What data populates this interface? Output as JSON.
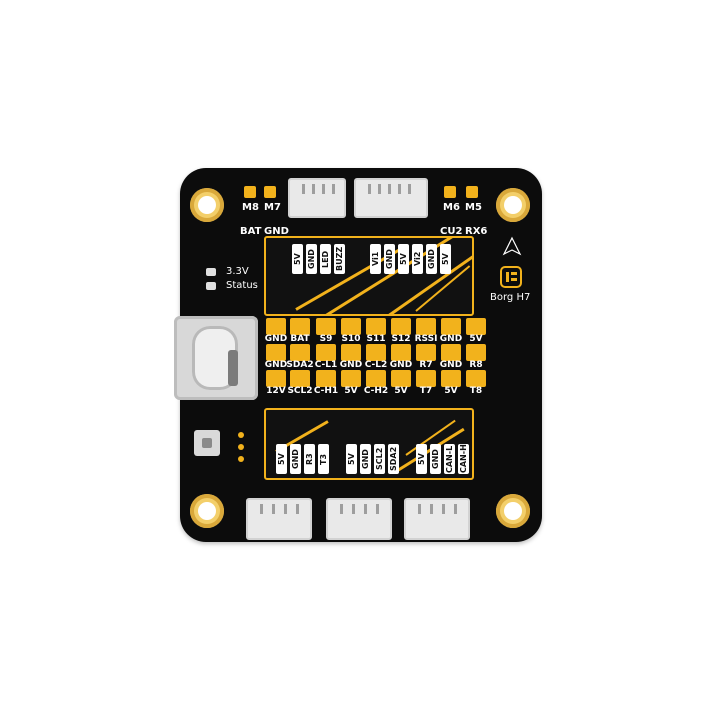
{
  "board_name": "Borg H7",
  "top_labels": {
    "m8": "M8",
    "m7": "M7",
    "m6": "M6",
    "m5": "M5",
    "bat": "BAT",
    "gnd": "GND",
    "cu2": "CU2",
    "rx6": "RX6"
  },
  "status": {
    "v33": "3.3V",
    "status": "Status"
  },
  "top_left_vertical": [
    "5V",
    "GND",
    "LED",
    "BUZZ"
  ],
  "top_right_vertical": [
    "Vi1",
    "GND",
    "5V",
    "Vi2",
    "GND",
    "5V"
  ],
  "pad_rows": [
    [
      "GND",
      "BAT",
      "S9",
      "S10",
      "S11",
      "S12",
      "RSSI",
      "GND",
      "5V"
    ],
    [
      "GND",
      "SDA2",
      "C-L1",
      "GND",
      "C-L2",
      "GND",
      "R7",
      "GND",
      "R8"
    ],
    [
      "12V",
      "SCL2",
      "C-H1",
      "5V",
      "C-H2",
      "5V",
      "T7",
      "5V",
      "T8"
    ]
  ],
  "bottom_left_vertical": [
    "5V",
    "GND",
    "R3",
    "T3"
  ],
  "bottom_mid_vertical": [
    "5V",
    "GND",
    "SCL2",
    "SDA2"
  ],
  "bottom_right_vertical": [
    "5V",
    "GND",
    "CAN-L",
    "CAN-H"
  ],
  "colors": {
    "board": "#0c0c0c",
    "gold": "#f2b21c",
    "white": "#ffffff"
  }
}
